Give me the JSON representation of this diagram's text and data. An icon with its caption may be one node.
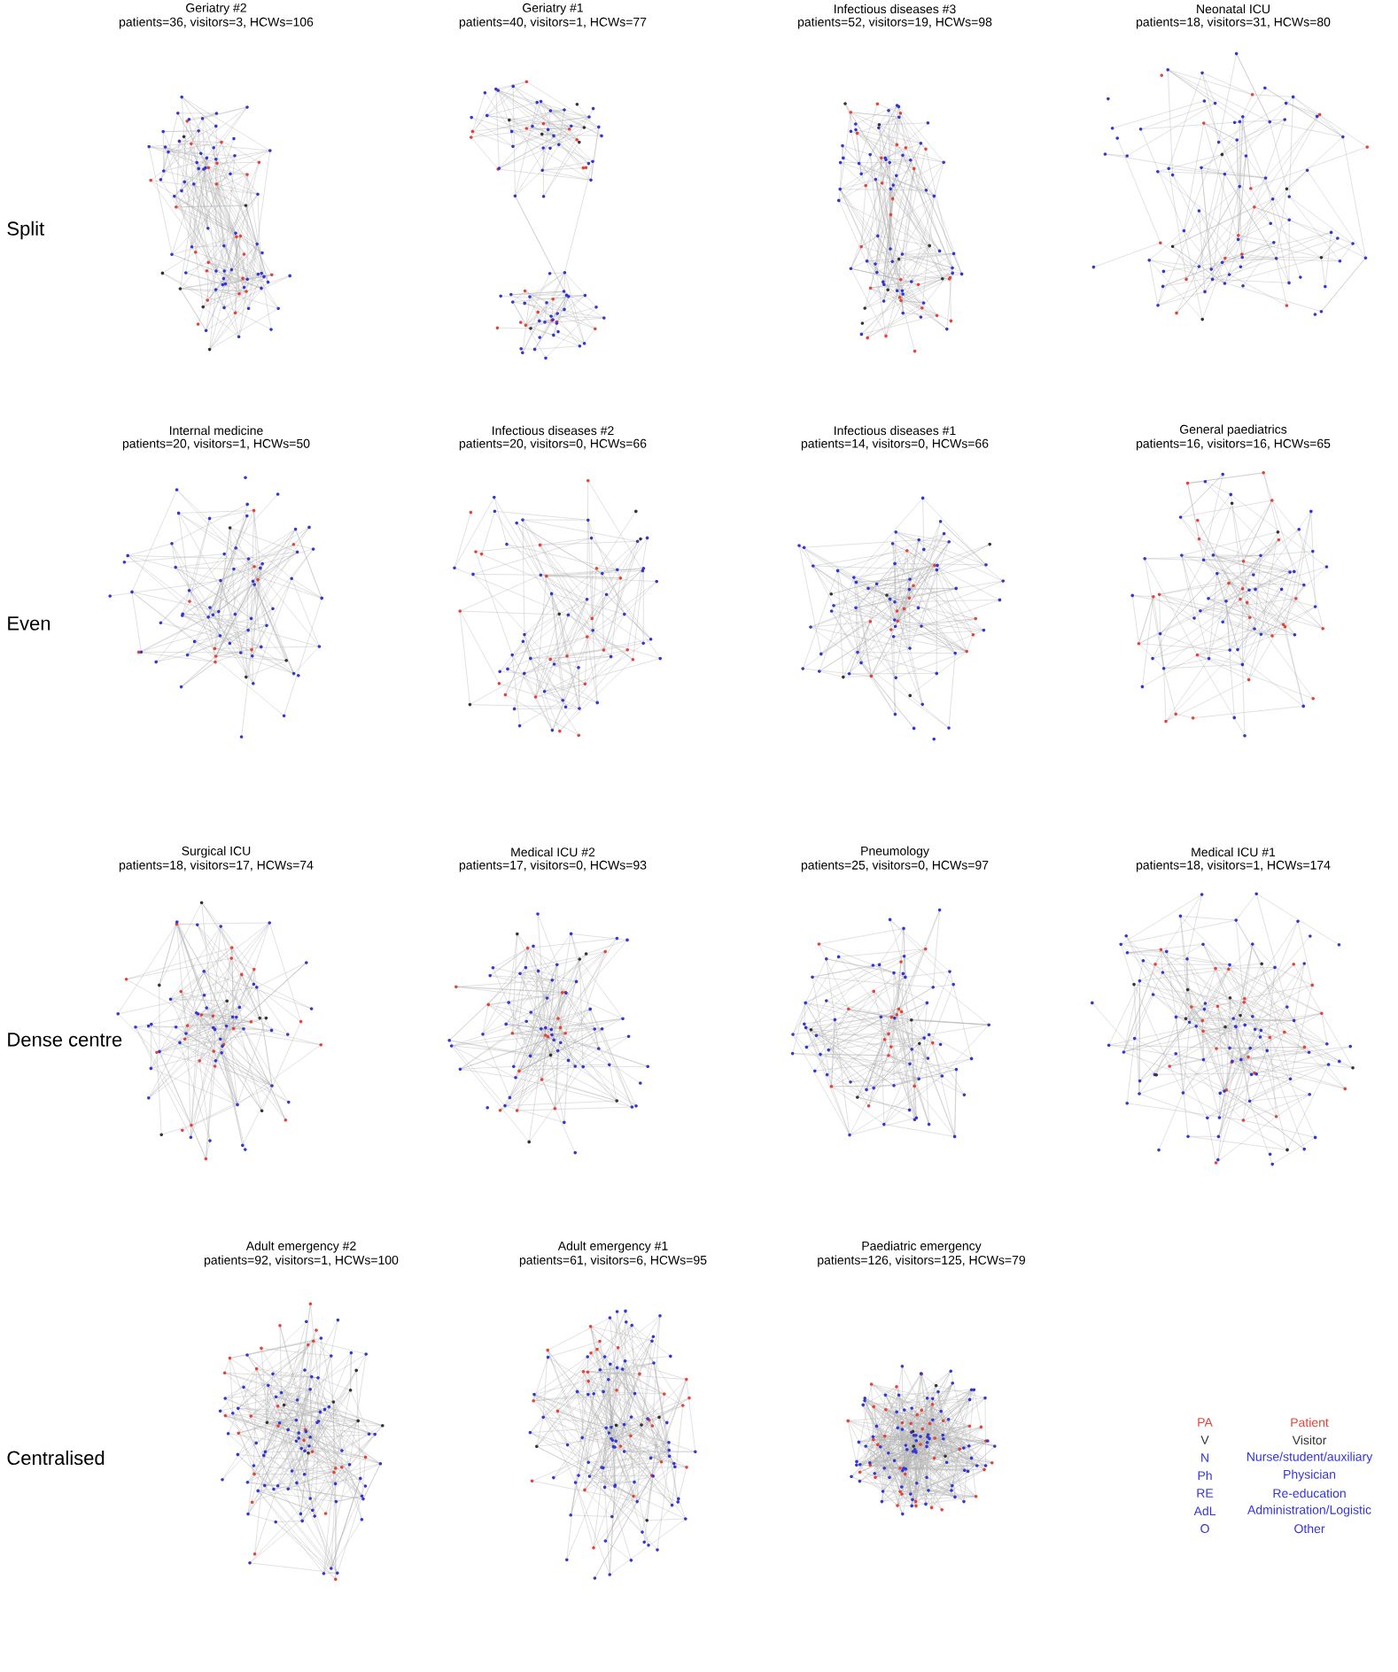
{
  "diagram": {
    "labels": [
      "Geriatry #2",
      "patients=36, visitors=3, HCWs=106",
      "Geriatry #1",
      "patients=40, visitors=1, HCWs=77",
      "Infectious diseases #3",
      "patients=52, visitors=19, HCWs=98",
      "Neonatal ICU",
      "patients=18, visitors=31, HCWs=80",
      "Split",
      "Internal medicine",
      "patients=20, visitors=1, HCWs=50",
      "Infectious diseases #2",
      "patients=20, visitors=0, HCWs=66",
      "Infectious diseases #1",
      "patients=14, visitors=0, HCWs=66",
      "General paediatrics",
      "patients=16, visitors=16, HCWs=65",
      "Even",
      "Surgical ICU",
      "patients=18, visitors=17, HCWs=74",
      "Medical ICU #2",
      "patients=17, visitors=0, HCWs=93",
      "Pneumology",
      "patients=25, visitors=0, HCWs=97",
      "Medical ICU #1",
      "patients=18, visitors=1, HCWs=174",
      "Dense centre",
      "Adult emergency #2",
      "patients=92, visitors=1, HCWs=100",
      "Adult emergency #1",
      "patients=61, visitors=6, HCWs=95",
      "Paediatric emergency",
      "patients=126, visitors=125, HCWs=79",
      "Centralised",
      "PA",
      "Patient",
      "V",
      "Visitor",
      "N",
      "Nurse/student/auxiliary",
      "Ph",
      "Physician",
      "RE",
      "Re-education",
      "AdL",
      "Administration/Logistic",
      "O",
      "Other"
    ]
  }
}
